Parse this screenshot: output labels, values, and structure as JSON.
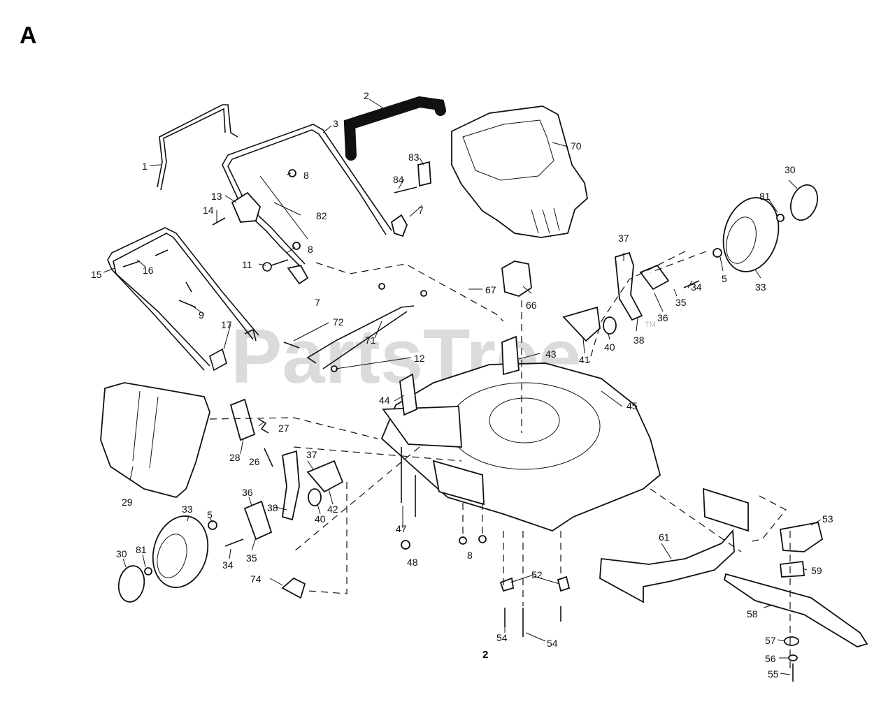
{
  "sheet_letter": "A",
  "page_number": "2",
  "watermark": "PartsTree",
  "watermark_tm": "TM",
  "callouts": [
    "1",
    "2",
    "3",
    "5",
    "7",
    "8",
    "9",
    "11",
    "12",
    "13",
    "14",
    "15",
    "16",
    "17",
    "26",
    "27",
    "28",
    "29",
    "30",
    "33",
    "34",
    "35",
    "36",
    "37",
    "38",
    "40",
    "41",
    "42",
    "43",
    "44",
    "45",
    "47",
    "48",
    "52",
    "53",
    "54",
    "55",
    "56",
    "57",
    "58",
    "59",
    "61",
    "66",
    "67",
    "70",
    "71",
    "72",
    "74",
    "81",
    "82",
    "83",
    "84"
  ]
}
